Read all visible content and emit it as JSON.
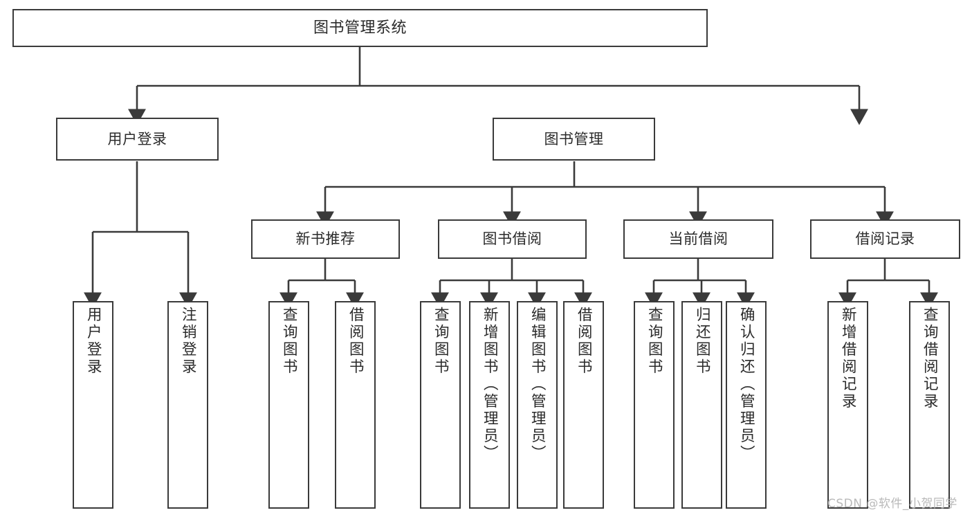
{
  "diagram": {
    "title": "图书管理系统",
    "type": "tree",
    "watermark": "CSDN @软件_小贺同学",
    "colors": {
      "stroke": "#3a3a3a",
      "background": "#ffffff",
      "text": "#2b2b2b",
      "watermark": "#b9b9b9"
    },
    "nodes": {
      "root": {
        "label": "图书管理系统",
        "orientation": "horizontal"
      },
      "level1": [
        {
          "label": "用户登录",
          "orientation": "horizontal"
        },
        {
          "label": "图书管理",
          "orientation": "horizontal"
        }
      ],
      "level2": [
        {
          "label": "新书推荐",
          "orientation": "horizontal"
        },
        {
          "label": "图书借阅",
          "orientation": "horizontal"
        },
        {
          "label": "当前借阅",
          "orientation": "horizontal"
        },
        {
          "label": "借阅记录",
          "orientation": "horizontal"
        }
      ],
      "leaves": {
        "user_login": [
          {
            "label": "用户登录",
            "orientation": "vertical"
          },
          {
            "label": "注销登录",
            "orientation": "vertical"
          }
        ],
        "new_book_recommend": [
          {
            "label": "查询图书",
            "orientation": "vertical"
          },
          {
            "label": "借阅图书",
            "orientation": "vertical"
          }
        ],
        "book_borrow": [
          {
            "label": "查询图书",
            "orientation": "vertical"
          },
          {
            "label": "新增图书（管理员）",
            "orientation": "vertical"
          },
          {
            "label": "编辑图书（管理员）",
            "orientation": "vertical"
          },
          {
            "label": "借阅图书",
            "orientation": "vertical"
          }
        ],
        "current_borrow": [
          {
            "label": "查询图书",
            "orientation": "vertical"
          },
          {
            "label": "归还图书",
            "orientation": "vertical"
          },
          {
            "label": "确认归还（管理员）",
            "orientation": "vertical"
          }
        ],
        "borrow_record": [
          {
            "label": "新增借阅记录",
            "orientation": "vertical"
          },
          {
            "label": "查询借阅记录",
            "orientation": "vertical"
          }
        ]
      }
    }
  }
}
